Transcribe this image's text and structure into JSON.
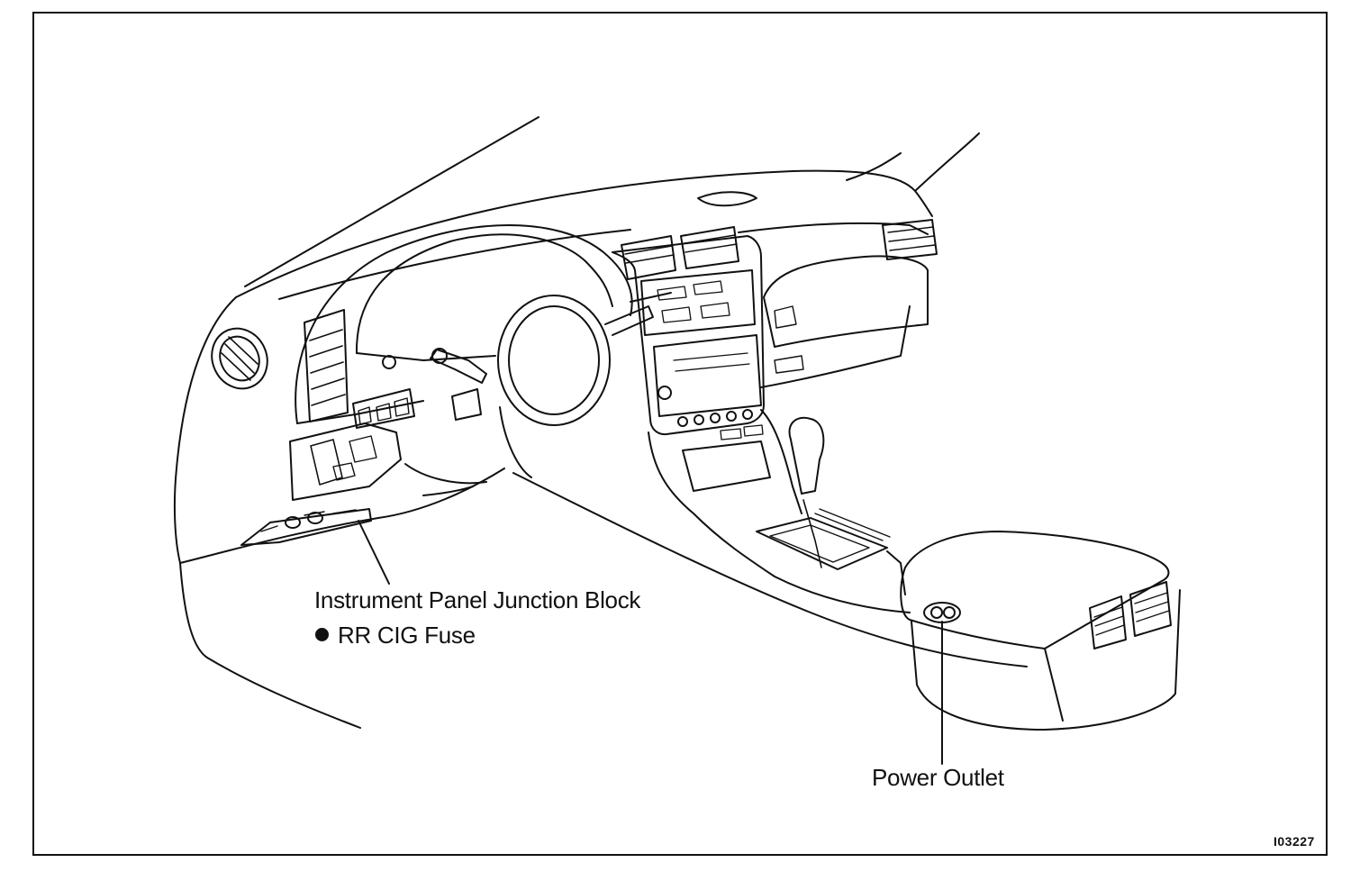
{
  "labels": {
    "junction_block": "Instrument Panel Junction Block",
    "fuse": "RR CIG Fuse",
    "power_outlet": "Power Outlet",
    "figure_code": "I03227"
  }
}
